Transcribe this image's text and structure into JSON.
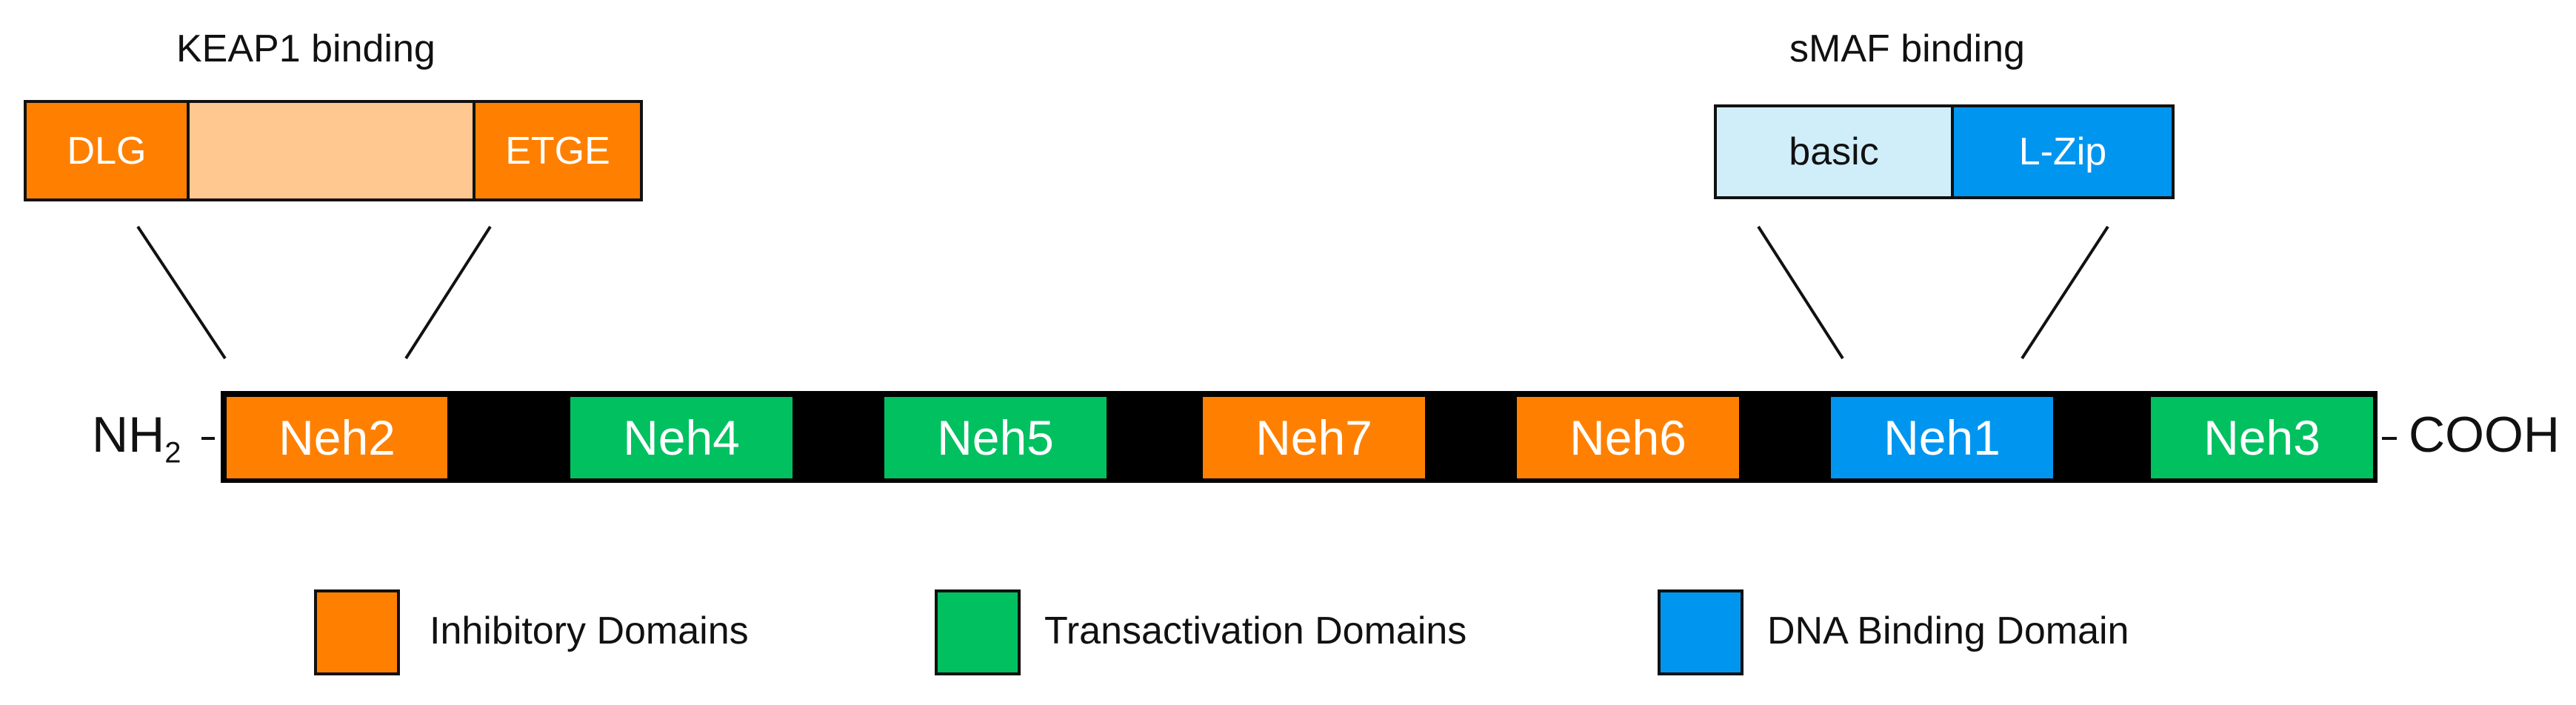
{
  "colors": {
    "inhibitory": "#FF8000",
    "transactivation": "#00C060",
    "dna_binding": "#0096F0",
    "keap1_linker": "#FFC890",
    "basic": "#D0EEFA",
    "backbone": "#000000"
  },
  "keap1": {
    "title": "KEAP1 binding",
    "left_label": "DLG",
    "right_label": "ETGE"
  },
  "smaf": {
    "title": "sMAF binding",
    "left_label": "basic",
    "right_label": "L-Zip"
  },
  "protein": {
    "n_terminus": "NH",
    "n_terminus_sub": "2",
    "c_terminus": "COOH",
    "domains": [
      {
        "label": "Neh2",
        "type": "inhibitory"
      },
      {
        "label": "Neh4",
        "type": "transactivation"
      },
      {
        "label": "Neh5",
        "type": "transactivation"
      },
      {
        "label": "Neh7",
        "type": "inhibitory"
      },
      {
        "label": "Neh6",
        "type": "inhibitory"
      },
      {
        "label": "Neh1",
        "type": "dna_binding"
      },
      {
        "label": "Neh3",
        "type": "transactivation"
      }
    ]
  },
  "legend": [
    {
      "label": "Inhibitory Domains",
      "type": "inhibitory"
    },
    {
      "label": "Transactivation Domains",
      "type": "transactivation"
    },
    {
      "label": "DNA Binding Domain",
      "type": "dna_binding"
    }
  ]
}
